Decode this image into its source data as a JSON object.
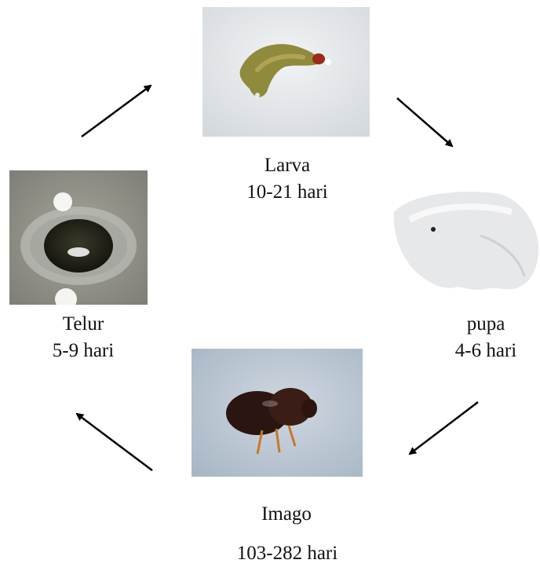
{
  "stages": {
    "larva": {
      "name": "Larva",
      "duration": "10-21 hari"
    },
    "pupa": {
      "name": "pupa",
      "duration": "4-6 hari"
    },
    "imago": {
      "name": "Imago",
      "duration": "103-282 hari"
    },
    "telur": {
      "name": "Telur",
      "duration": "5-9 hari"
    }
  },
  "cycle_order": [
    "telur",
    "larva",
    "pupa",
    "imago"
  ],
  "colors": {
    "arrow": "#000000",
    "text": "#111111",
    "photo_background": "#e8ecee"
  }
}
